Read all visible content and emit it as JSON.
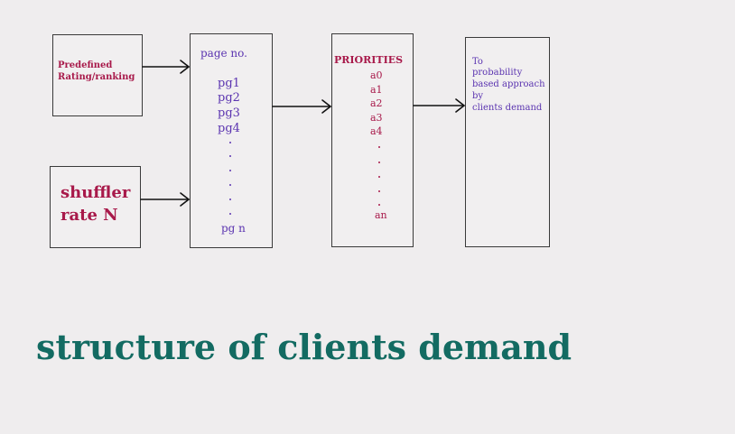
{
  "boxes": {
    "predefined": {
      "line1": "Predefined",
      "line2": "Rating/ranking"
    },
    "shuffler": {
      "line1": "shuffler",
      "line2": "rate N"
    },
    "pages": {
      "heading": "page no.",
      "items": [
        "pg1",
        "pg2",
        "pg3",
        "pg4"
      ],
      "last": "pg n"
    },
    "priorities": {
      "heading": "PRIORITIES",
      "items": [
        "a0",
        "a1",
        "a2",
        "a3",
        "a4"
      ],
      "last": "an"
    },
    "result": {
      "lines": [
        "To",
        "probability",
        "based approach",
        "by",
        "clients demand"
      ]
    }
  },
  "caption": "structure of clients demand",
  "colors": {
    "label_red": "#a8194a",
    "label_purple": "#5b34b0",
    "caption_teal": "#136b62",
    "border": "#3a3a3a",
    "background": "#efedee"
  }
}
